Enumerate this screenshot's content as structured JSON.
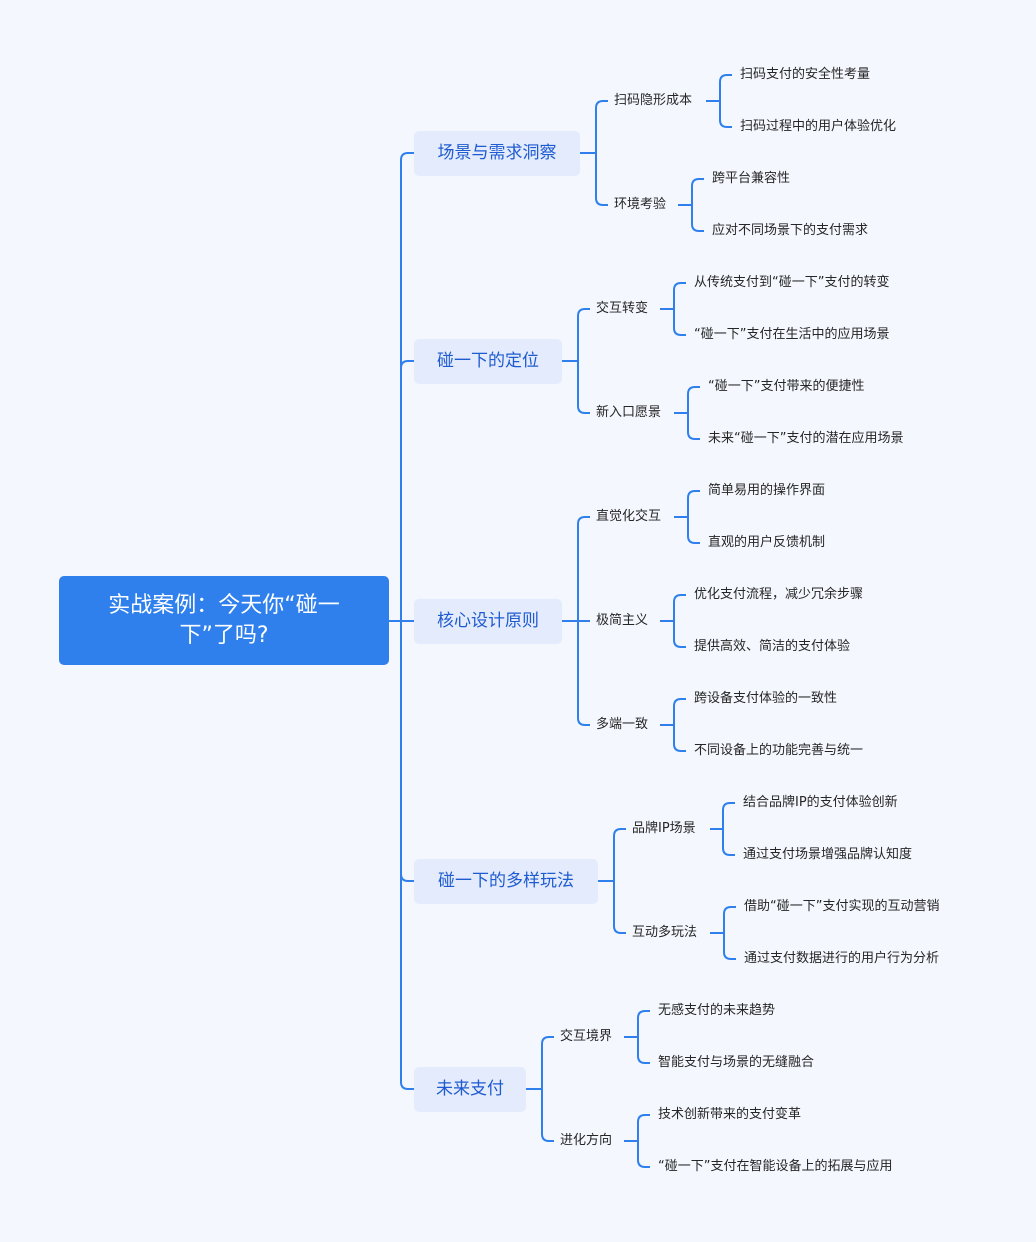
{
  "root": {
    "title": "实战案例：今天你“碰一下”了吗?"
  },
  "branches": [
    {
      "label": "场景与需求洞察",
      "children": [
        {
          "label": "扫码隐形成本",
          "leaves": [
            "扫码支付的安全性考量",
            "扫码过程中的用户体验优化"
          ]
        },
        {
          "label": "环境考验",
          "leaves": [
            "跨平台兼容性",
            "应对不同场景下的支付需求"
          ]
        }
      ]
    },
    {
      "label": "碰一下的定位",
      "children": [
        {
          "label": "交互转变",
          "leaves": [
            "从传统支付到“碰一下”支付的转变",
            "“碰一下”支付在生活中的应用场景"
          ]
        },
        {
          "label": "新入口愿景",
          "leaves": [
            "“碰一下”支付带来的便捷性",
            "未来“碰一下”支付的潜在应用场景"
          ]
        }
      ]
    },
    {
      "label": "核心设计原则",
      "children": [
        {
          "label": "直觉化交互",
          "leaves": [
            "简单易用的操作界面",
            "直观的用户反馈机制"
          ]
        },
        {
          "label": "极简主义",
          "leaves": [
            "优化支付流程，减少冗余步骤",
            "提供高效、简洁的支付体验"
          ]
        },
        {
          "label": "多端一致",
          "leaves": [
            "跨设备支付体验的一致性",
            "不同设备上的功能完善与统一"
          ]
        }
      ]
    },
    {
      "label": "碰一下的多样玩法",
      "children": [
        {
          "label": "品牌IP场景",
          "leaves": [
            "结合品牌IP的支付体验创新",
            "通过支付场景增强品牌认知度"
          ]
        },
        {
          "label": "互动多玩法",
          "leaves": [
            "借助“碰一下”支付实现的互动营销",
            "通过支付数据进行的用户行为分析"
          ]
        }
      ]
    },
    {
      "label": "未来支付",
      "children": [
        {
          "label": "交互境界",
          "leaves": [
            "无感支付的未来趋势",
            "智能支付与场景的无缝融合"
          ]
        },
        {
          "label": "进化方向",
          "leaves": [
            "技术创新带来的支付变革",
            "“碰一下”支付在智能设备上的拓展与应用"
          ]
        }
      ]
    }
  ],
  "colors": {
    "line": "#2f80ed",
    "root_bg": "#2f80ed",
    "branch_bg": "#e3ebfc",
    "branch_text": "#1f5bd0",
    "background": "#f4f7fe"
  }
}
